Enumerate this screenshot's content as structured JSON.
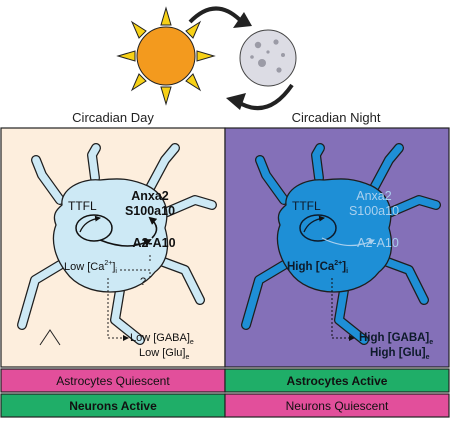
{
  "panels": {
    "day": {
      "title": "Circadian Day",
      "bg_color": "#fdeedd",
      "ttfl": "TTFL",
      "anxa2": "Anxa2",
      "s100a10": "S100a10",
      "a2a10": "A2-A10",
      "calcium": "Low [Ca",
      "calcium_sup": "2+",
      "calcium_sub": "i",
      "question": "?",
      "gaba": "Low [GABA]",
      "gaba_sub": "e",
      "glu": "Low [Glu]",
      "glu_sub": "e",
      "bar_astro": "Astrocytes Quiescent",
      "bar_neuron": "Neurons Active"
    },
    "night": {
      "title": "Circadian Night",
      "bg_color": "#8470b8",
      "ttfl": "TTFL",
      "anxa2": "Anxa2",
      "s100a10": "S100a10",
      "a2a10": "A2-A10",
      "calcium": "High [Ca",
      "calcium_sup": "2+",
      "calcium_sub": "i",
      "gaba": "High [GABA]",
      "gaba_sub": "e",
      "glu": "High [Glu]",
      "glu_sub": "e",
      "bar_astro": "Astrocytes Active",
      "bar_neuron": "Neurons Quiescent"
    }
  },
  "colors": {
    "sun": "#f39a1e",
    "sun_rays": "#f7d117",
    "moon": "#dcdce4",
    "cell_day": "#cde9f5",
    "cell_night": "#1e8fd6",
    "bar_pink": "#e24f9b",
    "bar_green": "#1fae68"
  },
  "icons": [
    "sun-icon",
    "moon-icon",
    "cycle-arrow-icon"
  ]
}
